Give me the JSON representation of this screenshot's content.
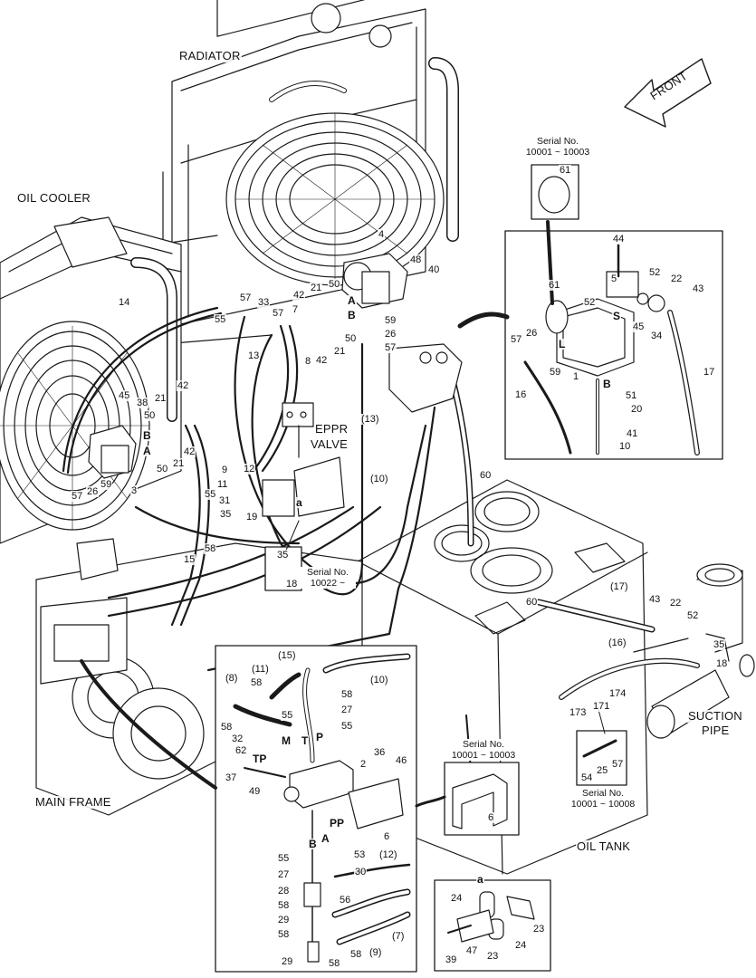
{
  "titles": {
    "radiator": "RADIATOR",
    "oil_cooler": "OIL COOLER",
    "front": "FRONT",
    "eppr_valve_1": "EPPR",
    "eppr_valve_2": "VALVE",
    "main_frame": "MAIN FRAME",
    "oil_tank": "OIL TANK",
    "suction_pipe_1": "SUCTION",
    "suction_pipe_2": "PIPE"
  },
  "serials": {
    "top": "Serial No.\n10001 ~ 10003",
    "mid": "Serial No.\n10022 ~",
    "mid_right": "Serial No.\n10001 ~ 10003",
    "right": "Serial No.\n10001 ~ 10008"
  },
  "detail_a_title": "a",
  "callouts": {
    "c4": "4",
    "c48": "48",
    "c40": "40",
    "c57a": "57",
    "c33": "33",
    "c42a": "42",
    "c21a": "21",
    "c50a": "50",
    "c55a": "55",
    "c57b": "57",
    "c7": "7",
    "cA1": "A",
    "cB1": "B",
    "c59a": "59",
    "c26a": "26",
    "c50b": "50",
    "c57c": "57",
    "c14": "14",
    "c13": "13",
    "c8": "8",
    "c42b": "42",
    "c21b": "21",
    "c45a": "45",
    "c38": "38",
    "c21c": "21",
    "c42c": "42",
    "c50c": "50",
    "cB2": "B",
    "cA2": "A",
    "c42d": "42",
    "c50d": "50",
    "c21d": "21",
    "c9": "9",
    "c11": "11",
    "c12": "12",
    "c57d": "57",
    "c26b": "26",
    "c59b": "59",
    "c3": "3",
    "c13p": "(13)",
    "c55b": "55",
    "c31": "31",
    "c35a": "35",
    "c19": "19",
    "c58a": "58",
    "c15": "15",
    "ca": "a",
    "c35b": "35",
    "c18a": "18",
    "c10p": "(10)",
    "c60a": "60",
    "c61a": "61",
    "c44": "44",
    "c5": "5",
    "c52a": "52",
    "c22a": "22",
    "c43a": "43",
    "c61b": "61",
    "c52b": "52",
    "cS": "S",
    "c57e": "57",
    "c26c": "26",
    "cL": "L",
    "c45b": "45",
    "c34": "34",
    "c59c": "59",
    "c1": "1",
    "c17": "17",
    "c16": "16",
    "cB3": "B",
    "c51": "51",
    "c20": "20",
    "c41": "41",
    "c10": "10",
    "c60b": "60",
    "c17p": "(17)",
    "c43b": "43",
    "c22b": "22",
    "c52c": "52",
    "c16p": "(16)",
    "c35c": "35",
    "c18b": "18",
    "c174": "174",
    "c173": "173",
    "c171": "171",
    "c57f": "57",
    "c54": "54",
    "c25": "25",
    "c15p": "(15)",
    "c10q": "(10)",
    "c11p": "(11)",
    "c8p": "(8)",
    "c58b": "58",
    "c58c": "58",
    "c27a": "27",
    "c55c": "55",
    "c58d": "58",
    "c32": "32",
    "c55d": "55",
    "cM": "M",
    "cT": "T",
    "cP": "P",
    "c62": "62",
    "cTP": "TP",
    "c36": "36",
    "c46": "46",
    "c2": "2",
    "c37": "37",
    "c49": "49",
    "cPP": "PP",
    "cA3": "A",
    "cB4": "B",
    "c6a": "6",
    "c6b": "6",
    "c53": "53",
    "c12p": "(12)",
    "c55e": "55",
    "c27b": "27",
    "c30": "30",
    "c28": "28",
    "c56": "56",
    "c58e": "58",
    "c29a": "29",
    "c58f": "58",
    "c7p": "(7)",
    "c29b": "29",
    "c58g": "58",
    "c9p": "(9)",
    "c58h": "58",
    "c24a": "24",
    "c23a": "23",
    "c39": "39",
    "c47": "47",
    "c23b": "23",
    "c24b": "24"
  },
  "colors": {
    "line": "#1a1a1a",
    "fill": "#ffffff",
    "shade": "#d9d9d9"
  }
}
